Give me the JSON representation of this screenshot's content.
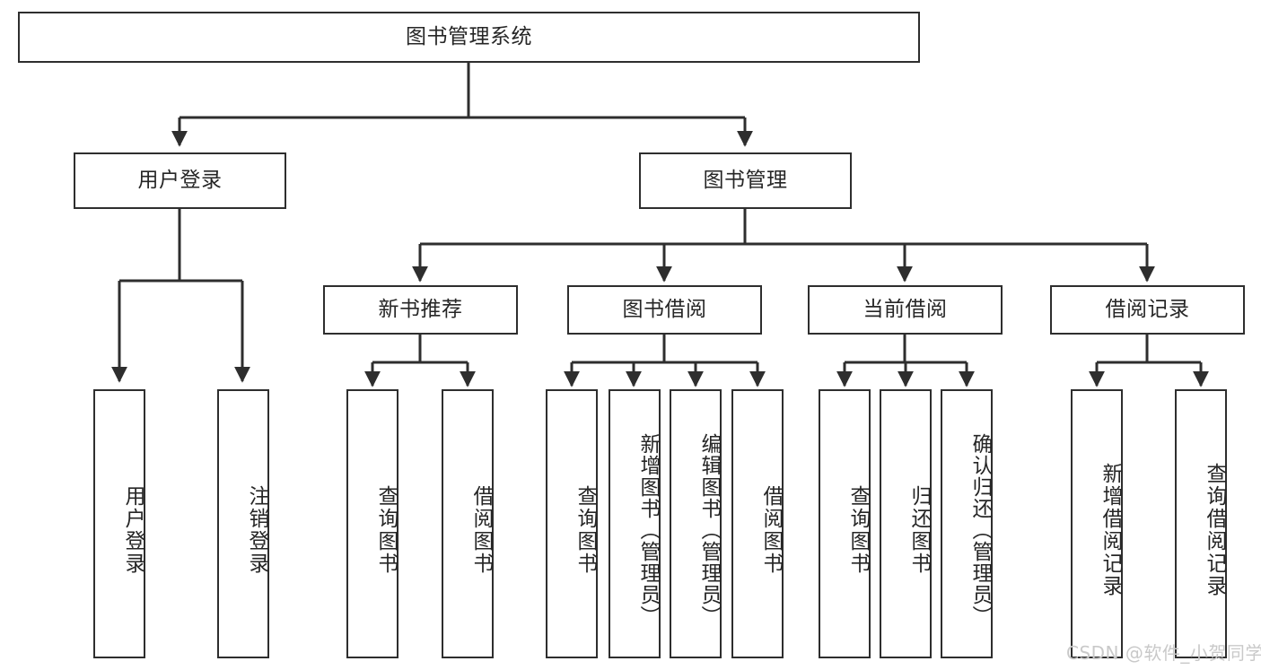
{
  "diagram": {
    "title": "图书管理系统",
    "watermark": "CSDN @软件_小贺同学",
    "line_color": "#2e2e2e",
    "text_color": "#262626",
    "background": "#ffffff",
    "nodes": {
      "root": "图书管理系统",
      "level2": {
        "user_login": "用户登录",
        "book_manage": "图书管理"
      },
      "level3": {
        "new_book_recommend": "新书推荐",
        "book_borrow": "图书借阅",
        "current_borrow": "当前借阅",
        "borrow_record": "借阅记录"
      },
      "leaves": {
        "user_login_1": "用户登录",
        "user_login_2": "注销登录",
        "recommend_1": "查询图书",
        "recommend_2": "借阅图书",
        "borrow_1": "查询图书",
        "borrow_2": "新增图书（管理员）",
        "borrow_3": "编辑图书（管理员）",
        "borrow_4": "借阅图书",
        "current_1": "查询图书",
        "current_2": "归还图书",
        "current_3": "确认归还（管理员）",
        "record_1": "新增借阅记录",
        "record_2": "查询借阅记录"
      }
    }
  }
}
